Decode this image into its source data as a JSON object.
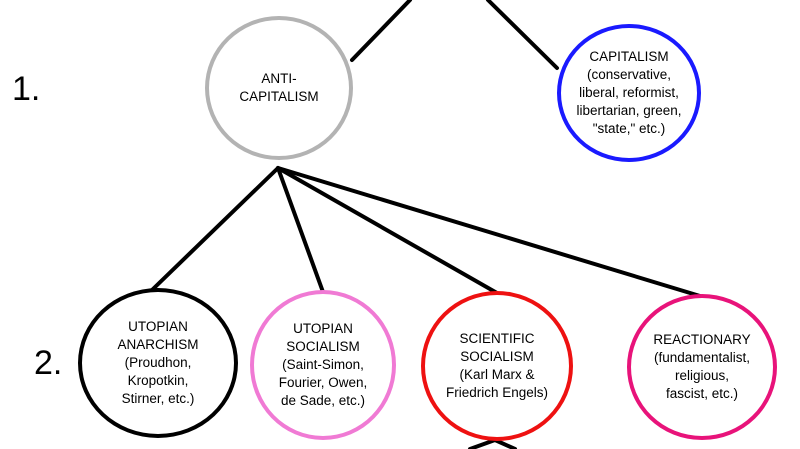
{
  "levels": [
    "1.",
    "2."
  ],
  "colors": {
    "edge": "#000000",
    "anti_capitalism": "#b3b3b3",
    "capitalism": "#1a1aff",
    "utopian_anarchism": "#000000",
    "utopian_socialism": "#f07ad4",
    "scientific_socialism": "#ee1111",
    "reactionary": "#e8137a"
  },
  "nodes": {
    "anti_capitalism": "ANTI-\nCAPITALISM",
    "capitalism": "CAPITALISM\n(conservative,\nliberal, reformist,\nlibertarian, green,\n\"state,\" etc.)",
    "utopian_anarchism": "UTOPIAN\nANARCHISM\n(Proudhon,\nKropotkin,\nStirner, etc.)",
    "utopian_socialism": "UTOPIAN\nSOCIALISM\n(Saint-Simon,\nFourier, Owen,\nde Sade, etc.)",
    "scientific_socialism": "SCIENTIFIC\nSOCIALISM\n(Karl Marx &\nFriedrich Engels)",
    "reactionary": "REACTIONARY\n(fundamentalist,\nreligious,\nfascist, etc.)"
  }
}
